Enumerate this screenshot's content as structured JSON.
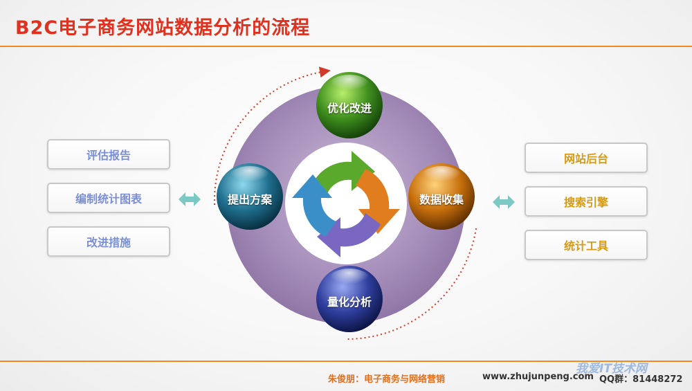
{
  "title": "B2C电子商务网站数据分析的流程",
  "colors": {
    "title": "#e0301e",
    "rule": "#f08a1c",
    "ring": "#a28bb6",
    "left_text": "#7b8fd6",
    "right_text": "#d79a16",
    "exchange_arrow": "#7cc8c4",
    "dotted_arc": "#d23a2a"
  },
  "cycle": {
    "nodes": {
      "top": {
        "label": "优化改进",
        "color": "#3f8f1e"
      },
      "right": {
        "label": "数据收集",
        "color": "#c8700d"
      },
      "bottom": {
        "label": "量化分析",
        "color": "#2f3f9e"
      },
      "left": {
        "label": "提出方案",
        "color": "#1f6f8e"
      }
    },
    "center_arrows": [
      "green-arrow",
      "orange-arrow",
      "purple-arrow",
      "blue-arrow"
    ]
  },
  "left_boxes": [
    "评估报告",
    "编制统计图表",
    "改进措施"
  ],
  "right_boxes": [
    "网站后台",
    "搜索引擎",
    "统计工具"
  ],
  "footer": {
    "author": "朱俊朋：电子商务与网络营销",
    "site": "www.zhujunpeng.com",
    "qq": "QQ群：81448272"
  },
  "watermark": "我爱IT技术网"
}
